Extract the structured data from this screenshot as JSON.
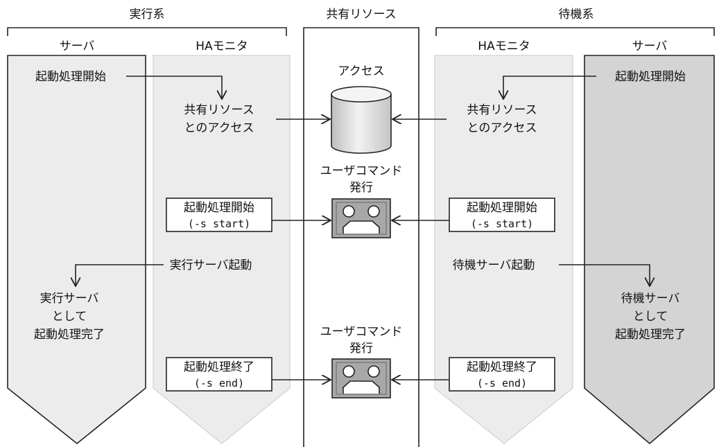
{
  "groups": {
    "active": "実行系",
    "shared": "共有リソース",
    "standby": "待機系"
  },
  "columns": {
    "active_server": "サーバ",
    "active_ha": "HAモニタ",
    "standby_ha": "HAモニタ",
    "standby_server": "サーバ"
  },
  "active_server": {
    "start": "起動処理開始",
    "complete": [
      "実行サーバ",
      "として",
      "起動処理完了"
    ]
  },
  "standby_server": {
    "start": "起動処理開始",
    "complete": [
      "待機サーバ",
      "として",
      "起動処理完了"
    ]
  },
  "active_ha": {
    "access": [
      "共有リソース",
      "とのアクセス"
    ],
    "cmd_start": [
      "起動処理開始",
      "(-s start)"
    ],
    "boot": "実行サーバ起動",
    "cmd_end": [
      "起動処理終了",
      "(-s end)"
    ]
  },
  "standby_ha": {
    "access": [
      "共有リソース",
      "とのアクセス"
    ],
    "cmd_start": [
      "起動処理開始",
      "(-s start)"
    ],
    "boot": "待機サーバ起動",
    "cmd_end": [
      "起動処理終了",
      "(-s end)"
    ]
  },
  "shared": {
    "disk_label": "アクセス",
    "usercmd1": [
      "ユーザコマンド",
      "発行"
    ],
    "usercmd2": [
      "ユーザコマンド",
      "発行"
    ]
  },
  "colors": {
    "lane_light": "#ececec",
    "lane_dark": "#d4d4d4",
    "line": "#222222",
    "icon_fill": "#a8a8a8"
  }
}
